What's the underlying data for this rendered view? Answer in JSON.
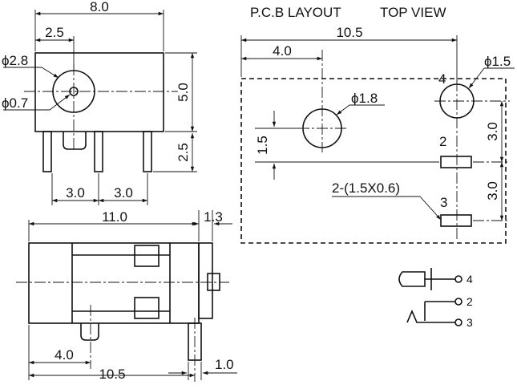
{
  "headers": {
    "pcb_layout": "P.C.B LAYOUT",
    "top_view": "TOP VIEW"
  },
  "front_view": {
    "width": "8.0",
    "hole_offset": "2.5",
    "outer_diameter": "ϕ2.8",
    "inner_diameter": "ϕ0.7",
    "height": "5.0",
    "pin_length": "2.5",
    "pin_pitch_left": "3.0",
    "pin_pitch_right": "3.0"
  },
  "side_view": {
    "body_length": "11.0",
    "flange": "1.3",
    "pin_offset": "4.0",
    "total_length": "10.5",
    "pin_width": "1.0"
  },
  "pcb": {
    "overall": "10.5",
    "hole_offset": "4.0",
    "mount_hole": "ϕ1.8",
    "pin4_hole": "ϕ1.5",
    "mount_height": "1.5",
    "pitch_upper": "3.0",
    "pitch_lower": "3.0",
    "slot_note": "2-(1.5X0.6)",
    "pin_labels": [
      "4",
      "2",
      "3"
    ]
  },
  "schematic": {
    "labels": [
      "4",
      "2",
      "3"
    ]
  }
}
